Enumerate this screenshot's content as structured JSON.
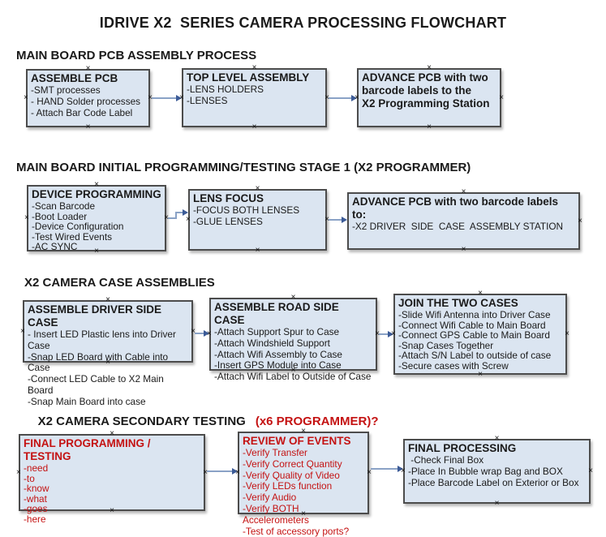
{
  "title": "IDRIVE X2  SERIES CAMERA PROCESSING FLOWCHART",
  "ui": {
    "anchor_glyph": "×",
    "colors": {
      "box_fill": "#dbe5f1",
      "box_border": "#4c4c4c",
      "red_text": "#c41212",
      "arrow_line": "#8aa2c6",
      "arrow_head": "#3c5b97"
    }
  },
  "sections": [
    {
      "heading": "MAIN BOARD PCB ASSEMBLY PROCESS",
      "boxes": [
        {
          "title": "ASSEMBLE PCB",
          "items": [
            "-SMT processes",
            "- HAND Solder processes",
            "- Attach Bar Code Label"
          ]
        },
        {
          "title": "TOP LEVEL ASSEMBLY",
          "items": [
            "-LENS HOLDERS",
            "-LENSES"
          ]
        },
        {
          "title": "ADVANCE PCB with two\nbarcode labels to the\n X2 Programming Station",
          "items": []
        }
      ]
    },
    {
      "heading": "MAIN BOARD INITIAL PROGRAMMING/TESTING STAGE 1 (X2 PROGRAMMER)",
      "boxes": [
        {
          "title": "DEVICE PROGRAMMING",
          "items": [
            "-Scan Barcode",
            "-Boot Loader",
            "-Device Configuration",
            "-Test Wired Events",
            "-AC SYNC"
          ]
        },
        {
          "title": "LENS FOCUS",
          "items": [
            "-FOCUS BOTH LENSES",
            "-GLUE LENSES"
          ]
        },
        {
          "title": "ADVANCE PCB with two barcode labels to:",
          "items": [
            "-X2 DRIVER  SIDE  CASE  ASSEMBLY STATION"
          ]
        }
      ]
    },
    {
      "heading": "X2 CAMERA CASE ASSEMBLIES",
      "boxes": [
        {
          "title": "ASSEMBLE DRIVER SIDE CASE",
          "items": [
            "- Insert LED Plastic lens into Driver Case",
            "-Snap LED Board with Cable into Case",
            "-Connect LED Cable to X2 Main Board",
            "-Snap Main Board into case"
          ]
        },
        {
          "title": "ASSEMBLE ROAD SIDE CASE",
          "items": [
            "-Attach Support Spur to Case",
            "-Attach Windshield Support",
            "-Attach Wifi Assembly to Case",
            "-Insert GPS Module into Case",
            "-Attach Wifi Label to Outside of Case"
          ]
        },
        {
          "title": "JOIN THE TWO CASES",
          "items": [
            "-Slide Wifi Antenna into Driver Case",
            "-Connect Wifi Cable to Main Board",
            "-Connect GPS Cable to Main Board",
            "-Snap Cases Together",
            "-Attach S/N Label to outside of case",
            "-Secure cases with Screw"
          ]
        }
      ]
    },
    {
      "heading": "X2 CAMERA SECONDARY TESTING",
      "heading_red": "(x6 PROGRAMMER)?",
      "boxes": [
        {
          "title": "FINAL PROGRAMMING / TESTING",
          "items": [
            "-need",
            "-to",
            "-know",
            "-what",
            "-goes",
            "-here"
          ]
        },
        {
          "title": "REVIEW OF EVENTS",
          "items": [
            "-Verify Transfer",
            "-Verify Correct Quantity",
            "-Verify Quality of Video",
            "-Verify LEDs function",
            "-Verify Audio",
            "-Verify BOTH Accelerometers",
            "-Test of accessory ports?"
          ]
        },
        {
          "title": "FINAL PROCESSING",
          "items": [
            " -Check Final Box",
            "-Place In Bubble wrap Bag and BOX",
            "-Place Barcode Label on Exterior or Box"
          ]
        }
      ]
    }
  ]
}
